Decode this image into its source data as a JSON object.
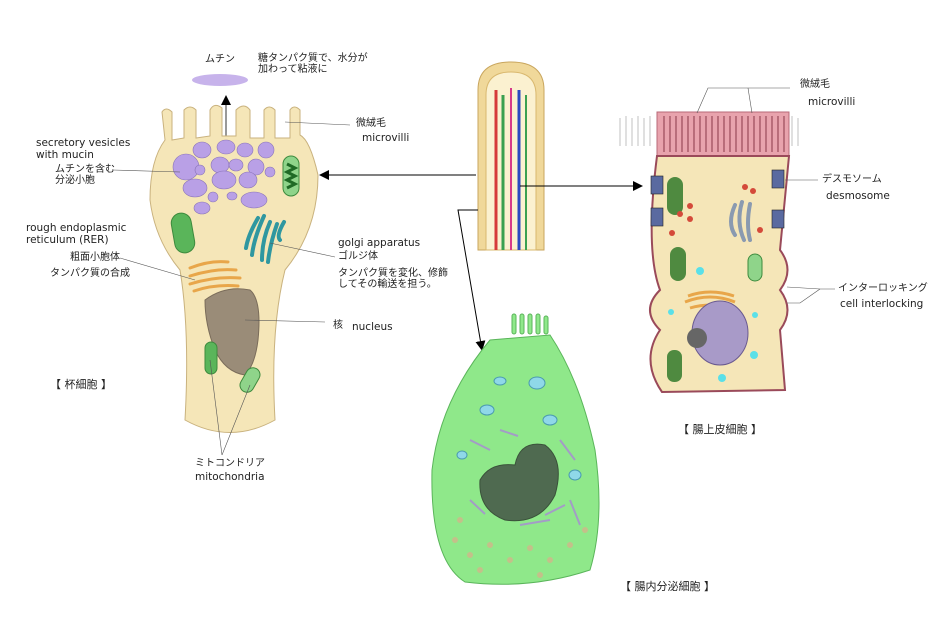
{
  "goblet_cell": {
    "title": "【 杯細胞 】",
    "mucin": "ムチン",
    "mucin_note": [
      "糖タンパク質で、水分が",
      "加わって粘液に"
    ],
    "microvilli_ja": "微絨毛",
    "microvilli_en": "microvilli",
    "vesicles_en": [
      "secretory vesicles",
      "with mucin"
    ],
    "vesicles_ja": [
      "ムチンを含む",
      "分泌小胞"
    ],
    "rer_en": [
      "rough endoplasmic",
      "reticulum (RER)"
    ],
    "rer_ja": "粗面小胞体",
    "rer_note": "タンパク質の合成",
    "golgi_en": "golgi apparatus",
    "golgi_ja": "ゴルジ体",
    "golgi_note": [
      "タンパク質を変化、修飾",
      "してその輸送を担う。"
    ],
    "nucleus_ja": "核",
    "nucleus_en": "nucleus",
    "mito_ja": "ミトコンドリア",
    "mito_en": "mitochondria"
  },
  "enterocyte": {
    "title": "【 腸上皮細胞 】",
    "microvilli_ja": "微絨毛",
    "microvilli_en": "microvilli",
    "desmosome_ja": "デスモソーム",
    "desmosome_en": "desmosome",
    "interlock_ja": "インターロッキング",
    "interlock_en": "cell interlocking"
  },
  "enteroendocrine_cell": {
    "title": "【 腸内分泌細胞 】"
  },
  "colors": {
    "cytoplasm": "#f5e6b8",
    "vesicle": "#b9a0e6",
    "mito": "#4f9a48",
    "golgi": "#2f97a0",
    "rer": "#e8a64a",
    "nucleus": "#9a8c78",
    "endocrine": "#8fe88a",
    "brush_border": "#e8a3ad"
  }
}
